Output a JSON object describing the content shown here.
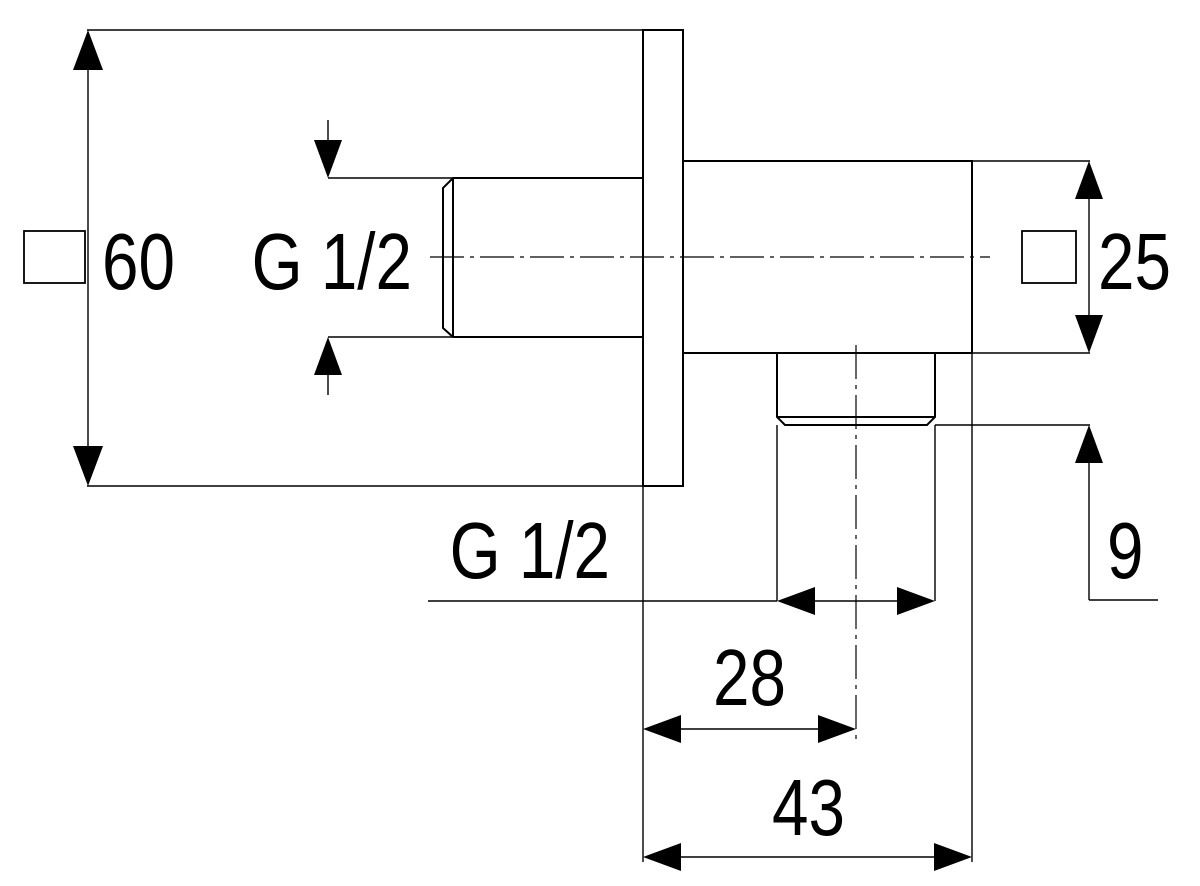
{
  "dimensions": {
    "flange_square": "60",
    "inlet_thread": "G 1/2",
    "body_square": "25",
    "outlet_thread": "G 1/2",
    "outlet_length": "9",
    "outlet_axis_offset": "28",
    "overall_depth": "43"
  }
}
